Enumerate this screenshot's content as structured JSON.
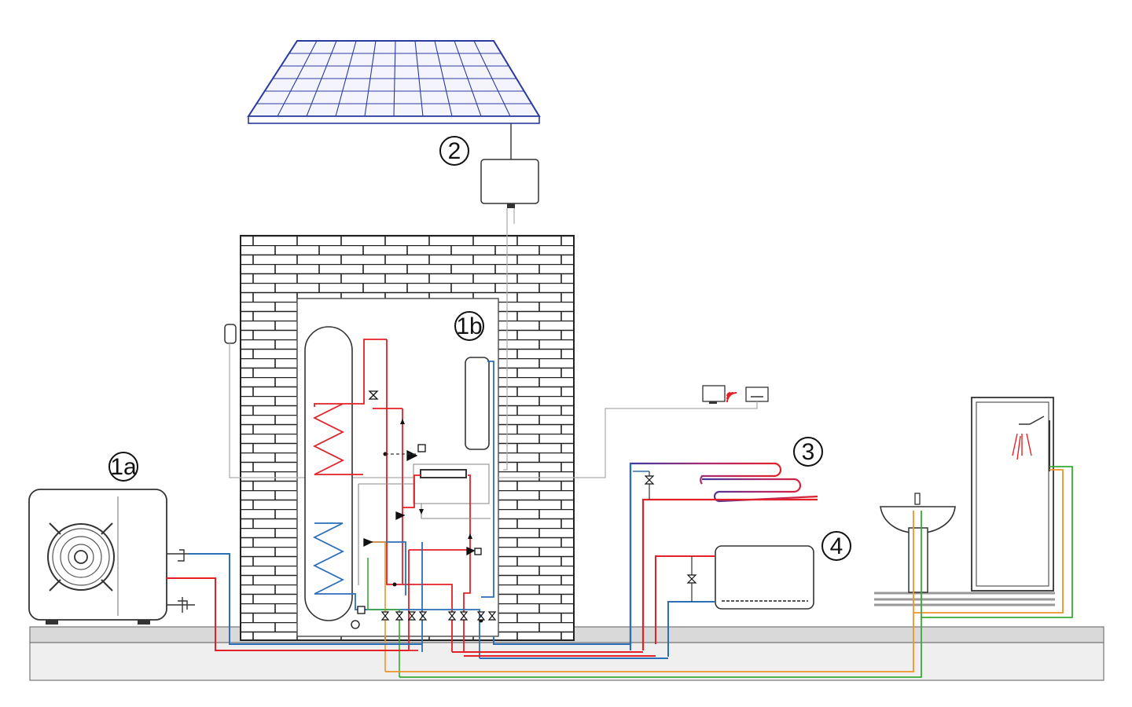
{
  "labels": {
    "outdoor_unit": "1a",
    "indoor_unit": "1b",
    "solar_pv": "2",
    "floor_heating": "3",
    "fan_convector": "4"
  },
  "colors": {
    "hot_pipe": "#e32126",
    "cold_pipe": "#2c6fb7",
    "dhw_pipe": "#f0932b",
    "cold_water_pipe": "#3aaa35",
    "solar_panel": "#2b3aa0",
    "outline": "#333333",
    "signal": "#e32126"
  },
  "icons": [
    "fan-icon",
    "wifi-signal-icon",
    "shower-head-icon",
    "motor-valve-icon"
  ]
}
